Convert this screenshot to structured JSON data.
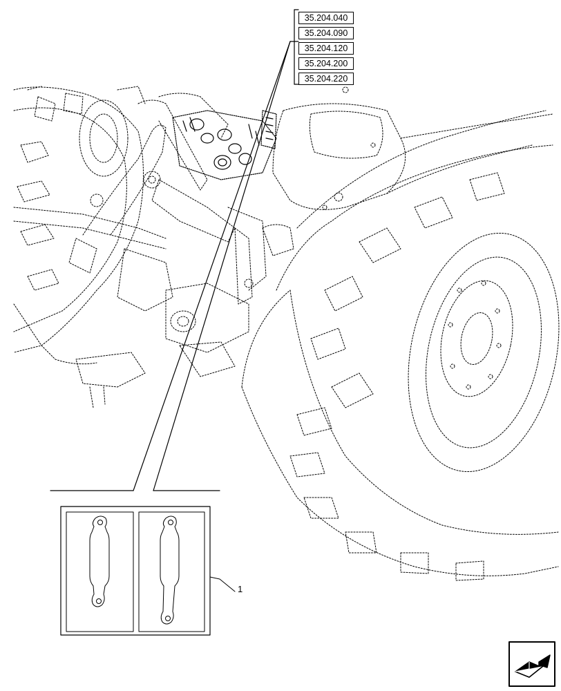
{
  "references": [
    "35.204.040",
    "35.204.090",
    "35.204.120",
    "35.204.200",
    "35.204.220"
  ],
  "callout_label": "1",
  "icons": {
    "navigation": "next-page-arrow-icon"
  },
  "colors": {
    "line": "#000000",
    "background": "#ffffff"
  }
}
